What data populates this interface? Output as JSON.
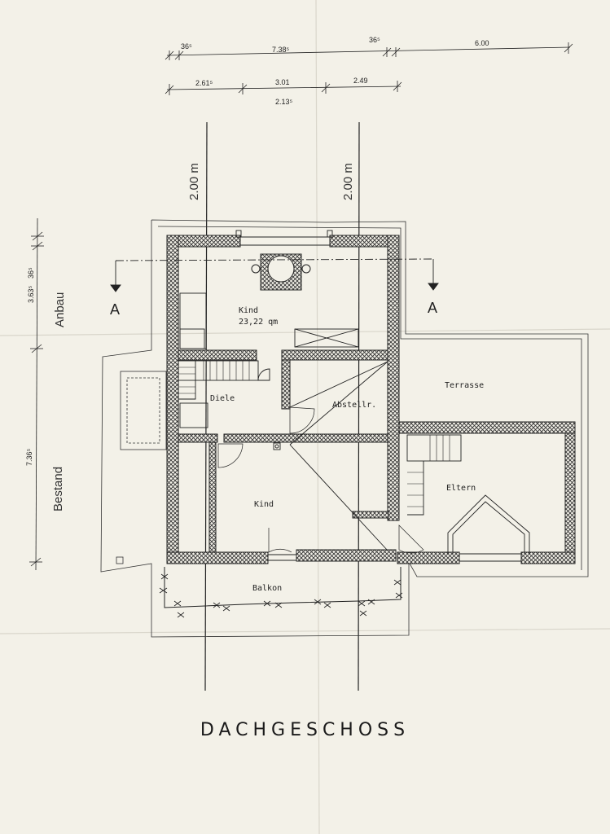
{
  "title": "DACHGESCHOSS",
  "dimensions": {
    "top_row": [
      "36⁵",
      "7.38⁵",
      "36⁵",
      "6.00"
    ],
    "second_row": [
      "2.61⁵",
      "3.01",
      "2.49"
    ],
    "second_row_sub": "2.13⁵",
    "left_vertical": [
      "3.63⁵",
      "36⁵",
      "7.36⁵"
    ],
    "axis_labels": [
      "2.00 m",
      "2.00 m"
    ]
  },
  "zones": {
    "anbau": "Anbau",
    "bestand": "Bestand"
  },
  "section": {
    "left": "A",
    "right": "A"
  },
  "rooms": {
    "kind_top": "Kind",
    "kind_top_area": "23,22 qm",
    "diele": "Diele",
    "abstellr": "Abstellr.",
    "terrasse": "Terrasse",
    "kind_bottom": "Kind",
    "eltern": "Eltern",
    "balkon": "Balkon"
  },
  "colors": {
    "paper": "#f3f1e8",
    "ink": "#1a1a1a",
    "wall_hatch": "#333333"
  }
}
